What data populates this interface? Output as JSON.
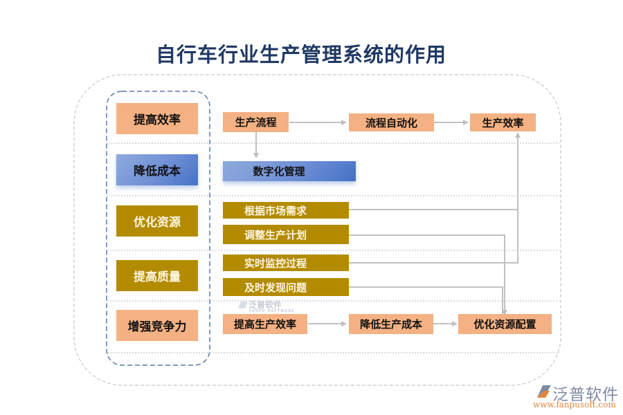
{
  "title": "自行车行业生产管理系统的作用",
  "categories": [
    {
      "label": "提高效率",
      "style": "peach"
    },
    {
      "label": "降低成本",
      "style": "blue"
    },
    {
      "label": "优化资源",
      "style": "gold"
    },
    {
      "label": "提高质量",
      "style": "gold"
    },
    {
      "label": "增强竞争力",
      "style": "peach"
    }
  ],
  "row1": {
    "a": "生产流程",
    "b": "流程自动化",
    "c": "生产效率"
  },
  "row2": {
    "a": "数字化管理"
  },
  "row3": {
    "a": "根据市场需求",
    "b": "调整生产计划"
  },
  "row4": {
    "a": "实时监控过程",
    "b": "及时发现问题"
  },
  "row5": {
    "a": "提高生产效率",
    "b": "降低生产成本",
    "c": "优化资源配置"
  },
  "watermark": {
    "brand": "泛普软件",
    "sub": "FANPU SOFTWARE"
  },
  "logo": {
    "brand": "泛普软件",
    "url": "www.fanpusoft.com"
  },
  "colors": {
    "peach": "#f4b183",
    "gold": "#b38b00",
    "blue": "#4472c4",
    "title": "#1f3864",
    "connector": "#c0c0c0"
  }
}
